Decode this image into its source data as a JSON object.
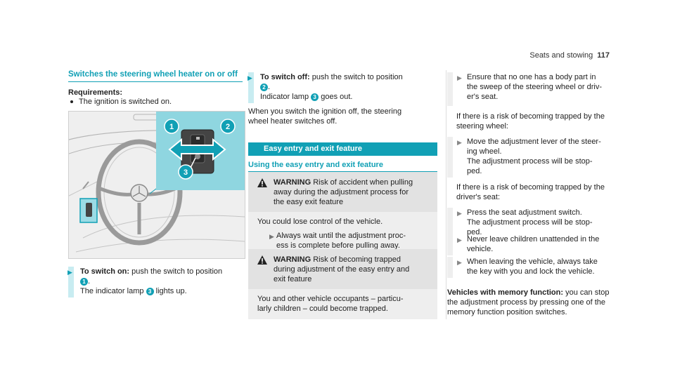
{
  "header": {
    "section": "Seats and stowing",
    "page": "117"
  },
  "col1": {
    "title": "Switches the steering wheel heater on or off",
    "req_head": "Requirements:",
    "req_item": "The ignition is switched on.",
    "callouts": [
      "1",
      "2",
      "3"
    ],
    "step_on": {
      "label": "To switch on:",
      "text": "push the switch to position",
      "num": "1",
      "dot": ".",
      "line2_a": "The indicator lamp",
      "num2": "3",
      "line2_b": "lights up."
    }
  },
  "col2": {
    "step_off": {
      "label": "To switch off:",
      "text": "push the switch to position",
      "num": "2",
      "dot": ".",
      "line2_a": "Indicator lamp",
      "num2": "3",
      "line2_b": "goes out."
    },
    "para": [
      "When you switch the ignition off, the steering",
      "wheel heater switches off."
    ],
    "banner": "Easy entry and exit feature",
    "subhead": "Using the easy entry and exit feature",
    "warn1": {
      "label": "WARNING",
      "head": [
        "Risk of accident when pulling",
        "away during the adjustment process for",
        "the easy exit feature"
      ],
      "body": "You could lose control of the vehicle.",
      "step": [
        "Always wait until the adjustment proc-",
        "ess is complete before pulling away."
      ]
    },
    "warn2": {
      "label": "WARNING",
      "head": [
        "Risk of becoming trapped",
        "during adjustment of the easy entry and",
        "exit feature"
      ],
      "body": [
        "You and other vehicle occupants – particu-",
        "larly children – could become trapped."
      ]
    }
  },
  "col3": {
    "s1": [
      "Ensure that no one has a body part in",
      "the sweep of the steering wheel or driv-",
      "er's seat."
    ],
    "p1": [
      "If there is a risk of becoming trapped by the",
      "steering wheel:"
    ],
    "s2": [
      "Move the adjustment lever of the steer-",
      "ing wheel.",
      "The adjustment process will be stop-",
      "ped."
    ],
    "p2": [
      "If there is a risk of becoming trapped by the",
      "driver's seat:"
    ],
    "s3": [
      "Press the seat adjustment switch.",
      "The adjustment process will be stop-",
      "ped."
    ],
    "s4": [
      "Never leave children unattended in the",
      "vehicle."
    ],
    "s5": [
      "When leaving the vehicle, always take",
      "the key with you and lock the vehicle."
    ],
    "mem_label": "Vehicles with memory function:",
    "mem": [
      "you can stop",
      "the adjustment process by pressing one of the",
      "memory function position switches."
    ]
  },
  "colors": {
    "accent": "#11a0b5",
    "light_bar": "#c8ecf1",
    "grey_box": "#eeeeee"
  },
  "icons": [
    "warning-triangle-icon",
    "step-arrow-icon",
    "double-arrow-icon"
  ]
}
